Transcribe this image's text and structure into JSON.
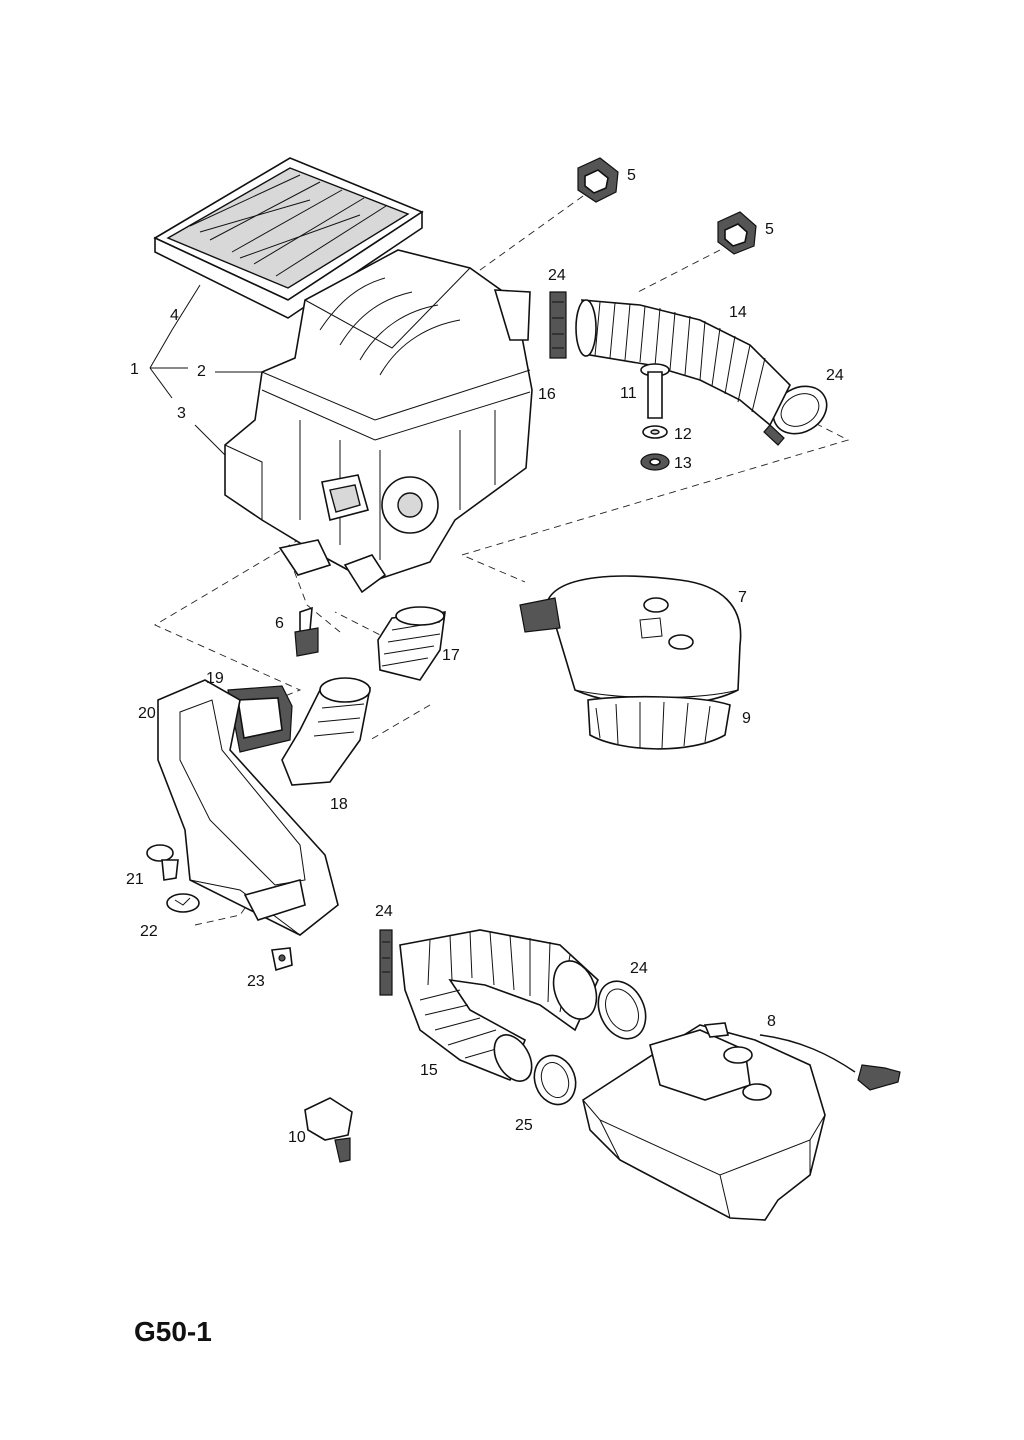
{
  "page_code": "G50-1",
  "callouts": [
    {
      "id": "c1",
      "label": "1"
    },
    {
      "id": "c2",
      "label": "2"
    },
    {
      "id": "c3",
      "label": "3"
    },
    {
      "id": "c4",
      "label": "4"
    },
    {
      "id": "c5a",
      "label": "5"
    },
    {
      "id": "c5b",
      "label": "5"
    },
    {
      "id": "c6",
      "label": "6"
    },
    {
      "id": "c7",
      "label": "7"
    },
    {
      "id": "c8",
      "label": "8"
    },
    {
      "id": "c9",
      "label": "9"
    },
    {
      "id": "c10",
      "label": "10"
    },
    {
      "id": "c11",
      "label": "11"
    },
    {
      "id": "c12",
      "label": "12"
    },
    {
      "id": "c13",
      "label": "13"
    },
    {
      "id": "c14",
      "label": "14"
    },
    {
      "id": "c15",
      "label": "15"
    },
    {
      "id": "c16",
      "label": "16"
    },
    {
      "id": "c17",
      "label": "17"
    },
    {
      "id": "c18",
      "label": "18"
    },
    {
      "id": "c19",
      "label": "19"
    },
    {
      "id": "c20",
      "label": "20"
    },
    {
      "id": "c21",
      "label": "21"
    },
    {
      "id": "c22",
      "label": "22"
    },
    {
      "id": "c23",
      "label": "23"
    },
    {
      "id": "c24a",
      "label": "24"
    },
    {
      "id": "c24b",
      "label": "24"
    },
    {
      "id": "c24c",
      "label": "24"
    },
    {
      "id": "c24d",
      "label": "24"
    },
    {
      "id": "c25",
      "label": "25"
    }
  ]
}
